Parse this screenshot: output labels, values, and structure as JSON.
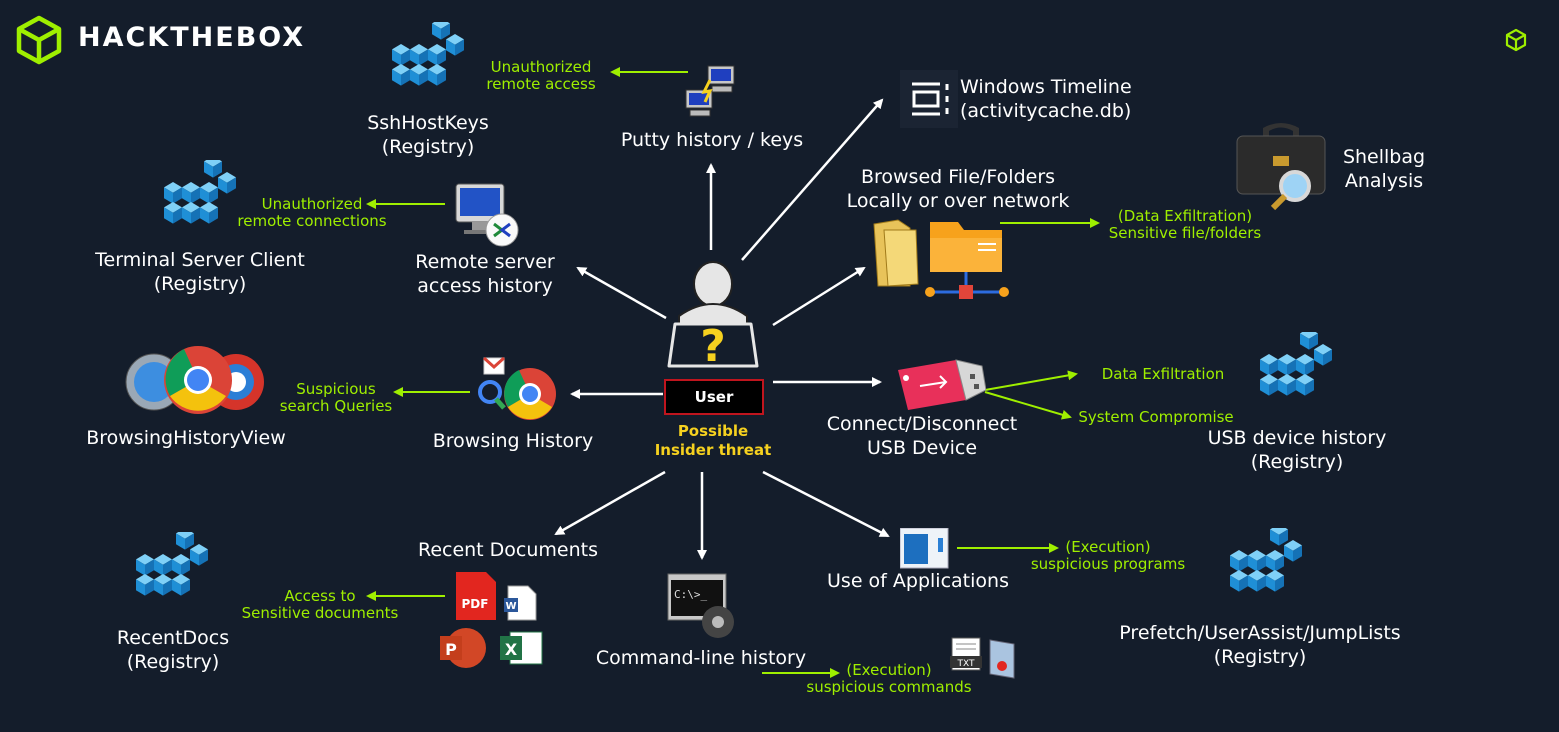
{
  "brand": {
    "name": "HACKTHEBOX"
  },
  "colors": {
    "background": "#141d2b",
    "accent": "#9fef00",
    "text": "#ffffff",
    "threat": "#f6d11f",
    "user_box_border": "#c0151e"
  },
  "center": {
    "user_label": "User",
    "threat_line1": "Possible",
    "threat_line2": "Insider threat"
  },
  "nodes": {
    "putty": {
      "label": "Putty history / keys",
      "icon": "network-computers-icon"
    },
    "ssh": {
      "line1": "SshHostKeys",
      "line2": "(Registry)",
      "icon": "registry-icon"
    },
    "ssh_note": {
      "line1": "Unauthorized",
      "line2": "remote access"
    },
    "timeline": {
      "line1": "Windows Timeline",
      "line2": "(activitycache.db)",
      "icon": "timeline-icon"
    },
    "browsed": {
      "line1": "Browsed File/Folders",
      "line2": "Locally or over network",
      "icon": "folder-icon"
    },
    "shellbag": {
      "line1": "Shellbag",
      "line2": "Analysis",
      "icon": "briefcase-icon"
    },
    "browsed_note": {
      "line1": "(Data Exfiltration)",
      "line2": "Sensitive file/folders"
    },
    "rdp": {
      "line1": "Remote server",
      "line2": "access history",
      "icon": "remote-desktop-icon"
    },
    "tsc": {
      "line1": "Terminal Server Client",
      "line2": "(Registry)",
      "icon": "registry-icon"
    },
    "tsc_note": {
      "line1": "Unauthorized",
      "line2": "remote connections"
    },
    "browsing": {
      "label": "Browsing History",
      "icon": "browser-icon"
    },
    "bhv": {
      "label": "BrowsingHistoryView",
      "icon": "browsers-icon"
    },
    "browsing_note": {
      "line1": "Suspicious",
      "line2": "search Queries"
    },
    "usb": {
      "line1": "Connect/Disconnect",
      "line2": "USB Device",
      "icon": "usb-icon"
    },
    "usb_note1": {
      "label": "Data Exfiltration"
    },
    "usb_note2": {
      "label": "System Compromise"
    },
    "usbhist": {
      "line1": "USB device history",
      "line2": "(Registry)",
      "icon": "registry-icon"
    },
    "recent": {
      "label": "Recent Documents",
      "icon": "documents-icon"
    },
    "recentdocs": {
      "line1": "RecentDocs",
      "line2": "(Registry)",
      "icon": "registry-icon"
    },
    "recent_note": {
      "line1": "Access to",
      "line2": "Sensitive documents"
    },
    "cmd": {
      "label": "Command-line history",
      "icon": "cmd-icon"
    },
    "cmd_note": {
      "line1": "(Execution)",
      "line2": "suspicious commands"
    },
    "apps": {
      "label": "Use of Applications",
      "icon": "application-icon"
    },
    "apps_note": {
      "line1": "(Execution)",
      "line2": "suspicious programs"
    },
    "prefetch": {
      "line1": "Prefetch/UserAssist/JumpLists",
      "line2": "(Registry)",
      "icon": "registry-icon"
    }
  },
  "doc_icons": {
    "pdf": "PDF",
    "ppt": "P",
    "xls": "X",
    "txt": "TXT"
  }
}
